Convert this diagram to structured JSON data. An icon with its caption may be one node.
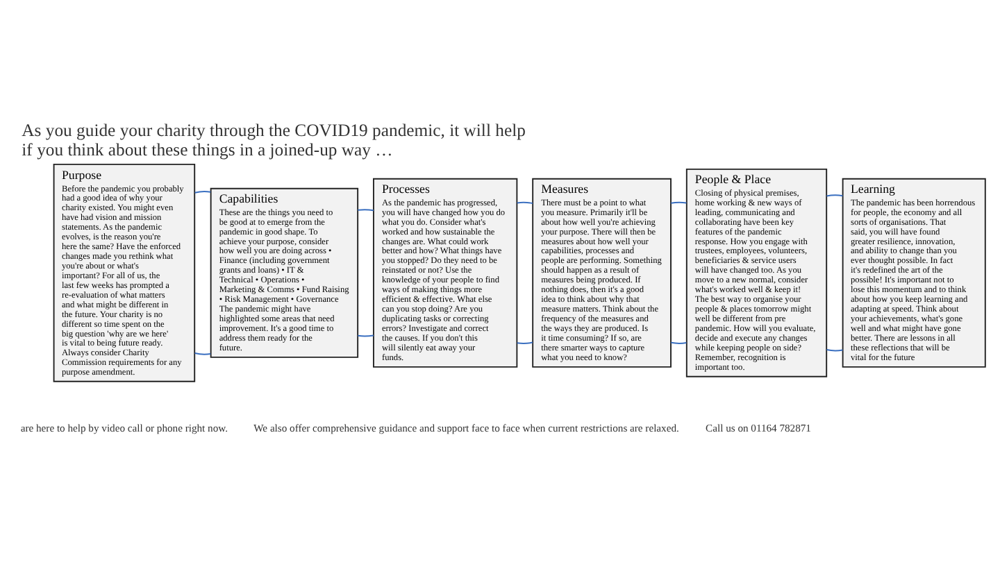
{
  "diagram": {
    "title": "As you guide your charity through the COVID19 pandemic, it will help if you think about these things in a joined-up way …",
    "nodes": [
      {
        "text": [
          "Purpose",
          "Before the pandemic you probably had a good idea of why your charity existed. You might even have had vision and mission statements. As the pandemic evolves, is the reason you're here the same? Have the enforced changes made you rethink what you're about or what's important? For all of us, the last few weeks has prompted a re-evaluation of what matters and what might be different in the future. Your charity is no different so time spent on the big question 'why are we here' is vital to being future ready. Always consider Charity Commission requirements for any purpose amendment."
        ]
      },
      {
        "text": [
          "Capabilities",
          "These are the things you need to be good at to emerge from the pandemic in good shape. To achieve your purpose, consider how well you are doing across • Finance (including government grants and loans) • IT & Technical • Operations • Marketing & Comms • Fund Raising • Risk Management • Governance The pandemic might have highlighted some areas that need improvement. It's a good time to address them ready for the future."
        ]
      },
      {
        "text": [
          "Processes",
          "As the pandemic has progressed, you will have changed how you do what you do. Consider what's worked and how sustainable the changes are. What could work better and how? What things have you stopped? Do they need to be reinstated or not? Use the knowledge of your people to find ways of making things more efficient & effective. What else can you stop doing? Are you duplicating tasks or correcting errors? Investigate and correct the causes. If you don't this will silently eat away your funds."
        ]
      },
      {
        "text": [
          "Measures",
          "There must be a point to what you measure. Primarily it'll be about how well you're achieving your purpose. There will then be measures about how well your capabilities, processes and people are performing. Something should happen as a result of measures being produced. If nothing does, then it's a good idea to think about why that measure matters. Think about the frequency of the measures and the ways they are produced. Is it time consuming? If so, are there smarter ways to capture what you need to know?"
        ]
      },
      {
        "text": [
          "People & Place",
          "Closing of physical premises, home working & new ways of leading, communicating and collaborating have been key features of the pandemic response. How you engage with trustees, employees, volunteers, beneficiaries & service users will have changed too. As you move to a new normal, consider what's worked well & keep it! The best way to organise your people & places tomorrow might well be different from pre pandemic. How will you evaluate, decide and execute any changes while keeping people on side? Remember, recognition is important too."
        ]
      },
      {
        "text": [
          "Learning",
          "The pandemic has been horrendous for people, the economy and all sorts of organisations. That said, you will have found greater resilience, innovation, and ability to change than you ever thought possible. In fact it's redefined the art of the possible! It's important not to lose this momentum and to think about how you keep learning and adapting at speed. Think about your achievements, what's gone well and what might have gone better. There are lessons in all these reflections that will be vital for the future"
        ]
      }
    ],
    "edges": [
      {
        "from": 0,
        "to": 1,
        "arrow": "none"
      },
      {
        "from": 0,
        "to": 1,
        "arrow": "none"
      },
      {
        "from": 1,
        "to": 2,
        "arrow": "none"
      },
      {
        "from": 1,
        "to": 2,
        "arrow": "none"
      },
      {
        "from": 2,
        "to": 3,
        "arrow": "none"
      },
      {
        "from": 2,
        "to": 3,
        "arrow": "none"
      },
      {
        "from": 3,
        "to": 4,
        "arrow": "none"
      },
      {
        "from": 3,
        "to": 4,
        "arrow": "none"
      },
      {
        "from": 4,
        "to": 5,
        "arrow": "none"
      },
      {
        "from": 4,
        "to": 5,
        "arrow": "none"
      }
    ],
    "labels": [
      "are here to help by video call or phone right now.",
      "We also offer comprehensive guidance and support face to face when current restrictions are relaxed.",
      "Call us on 01164 782871"
    ]
  }
}
